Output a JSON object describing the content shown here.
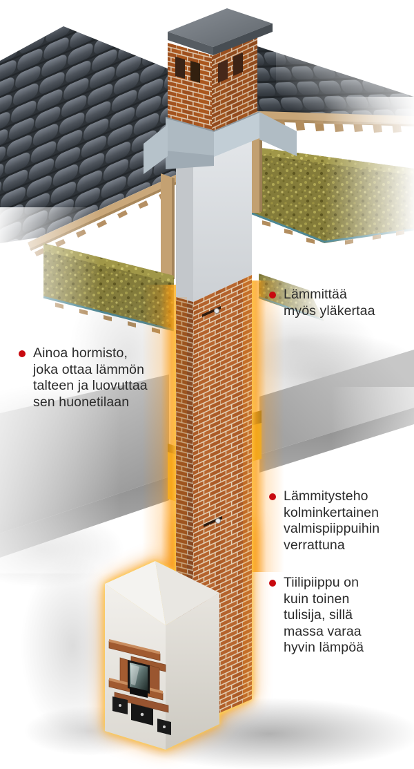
{
  "figure": {
    "type": "cutaway-illustration",
    "illustration_parts": [
      "chimney-cap",
      "brick-chimney",
      "roof-tiles",
      "roof-flashing",
      "attic-insulation",
      "plastered-chimney-section",
      "cleanout-hatch",
      "floor-slab",
      "insulation-strip",
      "heat-glow",
      "masonry-fireplace",
      "firebox-glass",
      "fireplace-hatches"
    ]
  },
  "annotations": [
    {
      "id": "heats-upstairs",
      "text": "Lämmittää\nmyös yläkertaa"
    },
    {
      "id": "only-flue",
      "text": "Ainoa hormisto,\njoka ottaa lämmön\ntalteen ja luovuttaa\nsen huonetilaan"
    },
    {
      "id": "heating-power",
      "text": "Lämmitysteho\nkolminkertainen\nvalmispiippuihin\nverrattuna"
    },
    {
      "id": "chimney-as-mass",
      "text": "Tiilipiippu on\nkuin toinen\ntulisija, sillä\nmassa varaa\nhyvin lämpöä"
    }
  ],
  "palette": {
    "background": "#ffffff",
    "annotation_text": "#2a2a2a",
    "bullet_red": "#c8090f",
    "brick_face": "#b4622c",
    "brick_shaded": "#8c4a20",
    "mortar": "#e6d6bd",
    "roof_tile": "#4a5058",
    "insulation_wool": "#847c3a",
    "insulation_strip_yellow": "#e8c23e",
    "plaster_light": "#dfe2e5",
    "concrete_slab": "#a9a9a9",
    "chimney_cap": "#82888e",
    "flashing_metal": "#b6c2ca",
    "wood": "#c7a474",
    "glow_orange": "#f78c14",
    "glow_yellow": "#ffd957",
    "fireplace_white": "#f0eeea",
    "hatch_metal": "#1a1a1a",
    "vapor_barrier_teal": "#4d8794"
  }
}
